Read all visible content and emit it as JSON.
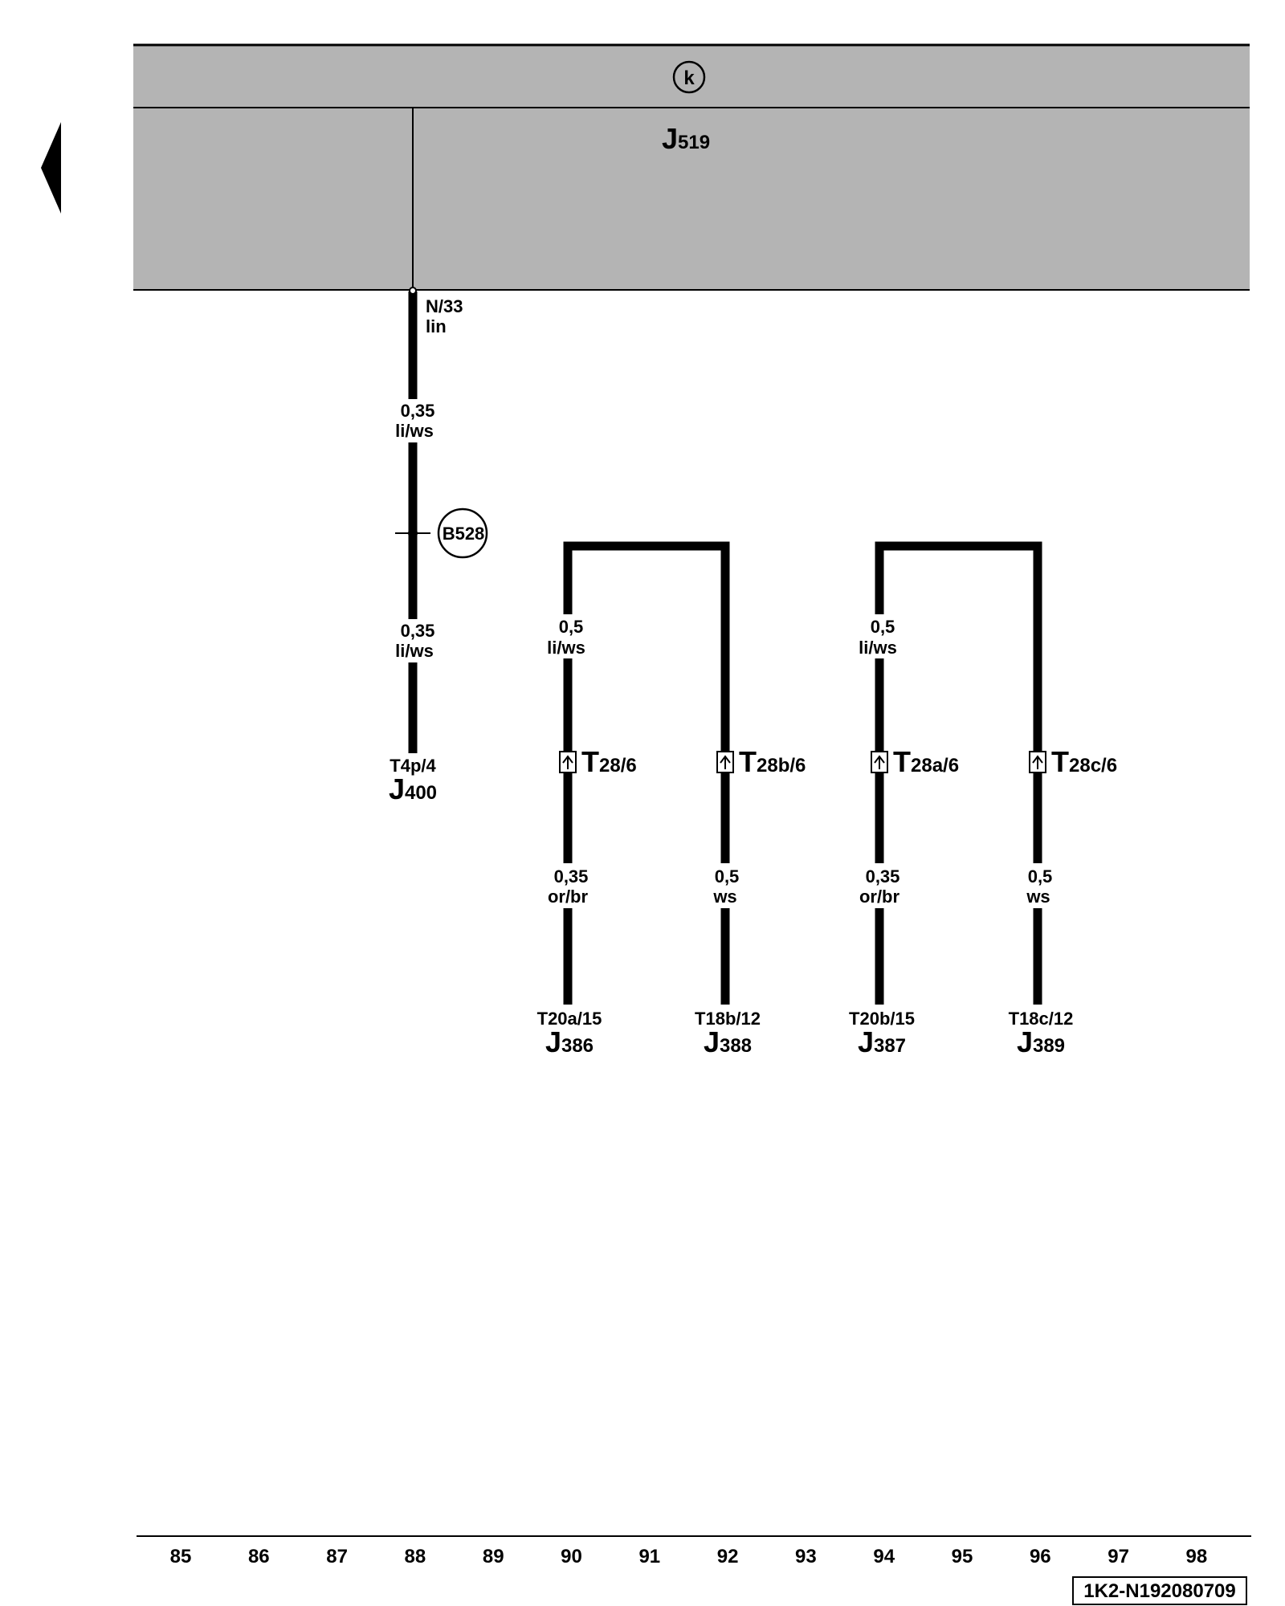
{
  "header": {
    "unit_symbol": "k",
    "unit_letter": "J",
    "unit_number": "519"
  },
  "main_wire": {
    "pin": "N/33",
    "bus": "lin",
    "seg1_gauge": "0,35",
    "seg1_color": "li/ws",
    "splice": "B528",
    "seg2_gauge": "0,35",
    "seg2_color": "li/ws",
    "end_pin": "T4p/4",
    "end_letter": "J",
    "end_number": "400"
  },
  "branches": [
    {
      "loop_gauge": "0,5",
      "loop_color": "li/ws",
      "connector_letter": "T",
      "connector_suffix": "28/6",
      "lower_gauge": "0,35",
      "lower_color": "or/br",
      "end_pin": "T20a/15",
      "end_letter": "J",
      "end_number": "386"
    },
    {
      "loop_gauge": "",
      "loop_color": "",
      "connector_letter": "T",
      "connector_suffix": "28b/6",
      "lower_gauge": "0,5",
      "lower_color": "ws",
      "end_pin": "T18b/12",
      "end_letter": "J",
      "end_number": "388"
    },
    {
      "loop_gauge": "0,5",
      "loop_color": "li/ws",
      "connector_letter": "T",
      "connector_suffix": "28a/6",
      "lower_gauge": "0,35",
      "lower_color": "or/br",
      "end_pin": "T20b/15",
      "end_letter": "J",
      "end_number": "387"
    },
    {
      "loop_gauge": "",
      "loop_color": "",
      "connector_letter": "T",
      "connector_suffix": "28c/6",
      "lower_gauge": "0,5",
      "lower_color": "ws",
      "end_pin": "T18c/12",
      "end_letter": "J",
      "end_number": "389"
    }
  ],
  "columns": [
    "85",
    "86",
    "87",
    "88",
    "89",
    "90",
    "91",
    "92",
    "93",
    "94",
    "95",
    "96",
    "97",
    "98"
  ],
  "reference_code": "1K2-N192080709",
  "colors": {
    "panel": "#b4b4b4",
    "ink": "#000000",
    "paper": "#ffffff"
  }
}
